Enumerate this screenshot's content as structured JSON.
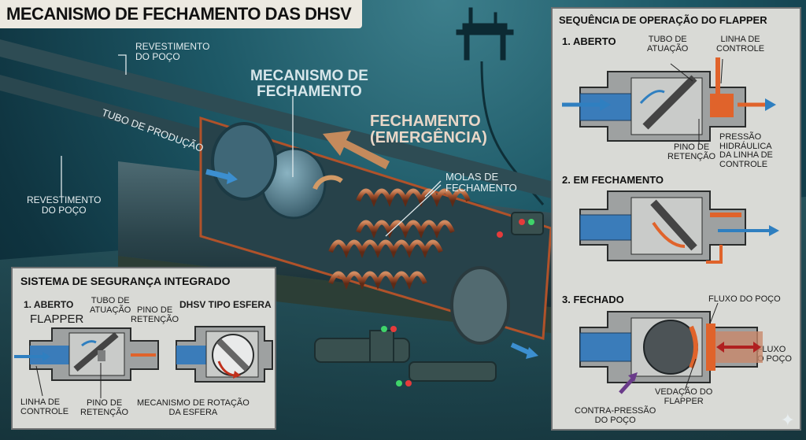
{
  "title": "MECANISMO DE FECHAMENTO DAS DHSV",
  "main_labels": {
    "revestimento_top": "REVESTIMENTO\nDO POÇO",
    "tubo_producao": "TUBO DE PRODUÇÃO",
    "revestimento_left": "REVESTIMENTO\nDO POÇO",
    "mecanismo_fechamento": "MECANISMO DE\nFECHAMENTO",
    "fechamento_emergencia": "FECHAMENTO\n(EMERGÊNCIA)",
    "molas_fechamento": "MOLAS DE\nFECHAMENTO"
  },
  "sequence_panel": {
    "title": "SEQUÊNCIA DE OPERAÇÃO DO FLAPPER",
    "step1": {
      "title": "1. ABERTO",
      "tubo_atuacao": "TUBO DE\nATUAÇÃO",
      "linha_controle": "LINHA DE\nCONTROLE",
      "pino_retencao": "PINO DE\nRETENÇÃO",
      "pressao_hidraulica": "PRESSÃO\nHIDRÁULICA\nDA LINHA DE\nCONTROLE"
    },
    "step2": {
      "title": "2. EM FECHAMENTO"
    },
    "step3": {
      "title": "3. FECHADO",
      "fluxo_poco_top": "FLUXO DO POÇO",
      "fluxo_poco_right": "FLUXO\nDO POÇO",
      "contra_pressao": "CONTRA-PRESSÃO\nDO POÇO",
      "vedacao": "VEDAÇÃO DO\nFLAPPER"
    }
  },
  "safety_panel": {
    "title": "SISTEMA DE SEGURANÇA INTEGRADO",
    "aberto": "1. ABERTO",
    "flapper": "FLAPPER",
    "tubo_atuacao": "TUBO DE\nATUAÇÃO",
    "pino_retencao_top": "PINO DE\nRETENÇÃO",
    "linha_controle": "LINHA DE\nCONTROLE",
    "pino_retencao_bottom": "PINO DE\nRETENÇÃO",
    "dhsv_esfera": "DHSV TIPO ESFERA",
    "mecanismo_rotacao": "MECANISMO DE ROTAÇÃO\nDA ESFERA"
  },
  "colors": {
    "flow_blue": "#2f7fc0",
    "hydraulic_orange": "#e0632b",
    "panel_bg": "#d9dad6",
    "spring_copper": "#a85a35"
  },
  "icons": [
    "sparkle-icon"
  ]
}
